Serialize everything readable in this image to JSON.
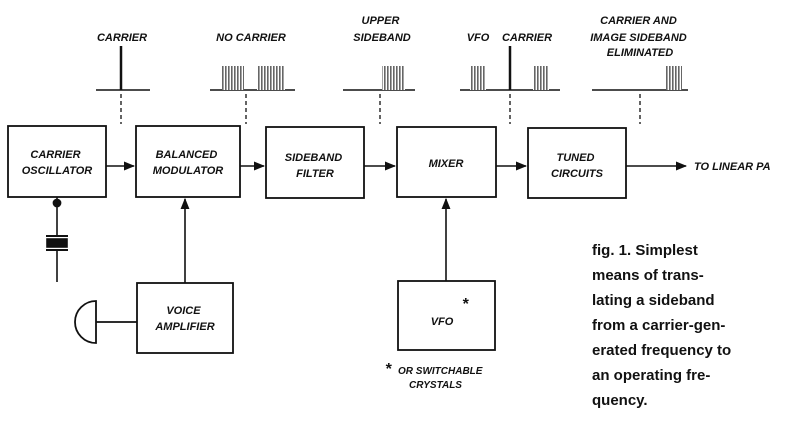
{
  "blocks": {
    "carrier_oscillator": [
      "CARRIER",
      "OSCILLATOR"
    ],
    "balanced_modulator": [
      "BALANCED",
      "MODULATOR"
    ],
    "sideband_filter": [
      "SIDEBAND",
      "FILTER"
    ],
    "mixer": [
      "MIXER"
    ],
    "tuned_circuits": [
      "TUNED",
      "CIRCUITS"
    ],
    "voice_amplifier": [
      "VOICE",
      "AMPLIFIER"
    ],
    "vfo": [
      "VFO"
    ]
  },
  "spectrum_labels": {
    "carrier": [
      "CARRIER"
    ],
    "no_carrier": [
      "NO CARRIER"
    ],
    "upper_sideband": [
      "UPPER",
      "SIDEBAND"
    ],
    "vfo": [
      "VFO"
    ],
    "mixer_carrier": [
      "CARRIER"
    ],
    "eliminated": [
      "CARRIER AND",
      "IMAGE SIDEBAND",
      "ELIMINATED"
    ]
  },
  "output_label": "TO  LINEAR  PA",
  "asterisk": "*",
  "footnote": [
    "OR SWITCHABLE",
    "CRYSTALS"
  ],
  "caption": [
    "fig.  1.  Simplest",
    "means  of  trans-",
    "lating  a  sideband",
    "from a carrier-gen-",
    "erated frequency to",
    "an  operating  fre-",
    "quency."
  ]
}
